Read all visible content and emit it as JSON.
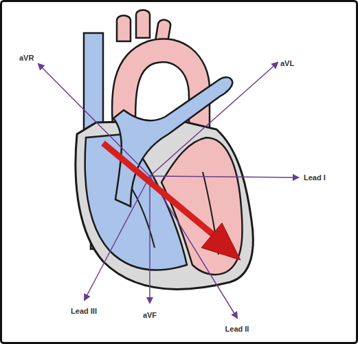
{
  "diagram": {
    "labels": [
      "aVR",
      "aVL",
      "Lead I",
      "Lead III",
      "aVF",
      "Lead II"
    ]
  }
}
